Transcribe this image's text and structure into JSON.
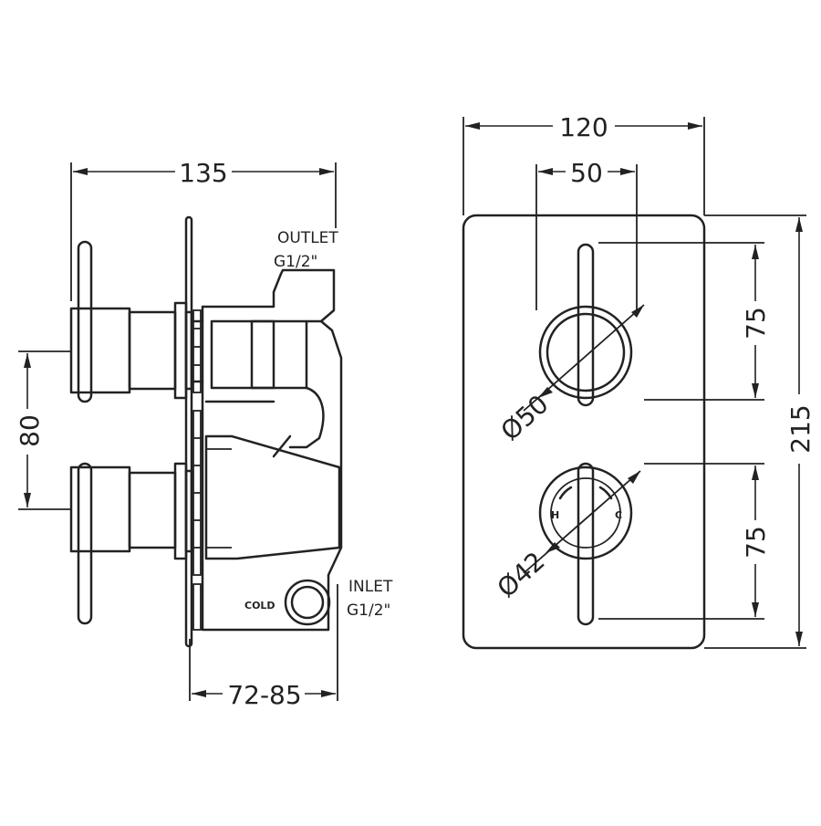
{
  "side_view": {
    "dim_overall_depth": "135",
    "dim_lever_spacing": "80",
    "dim_wall_depth": "72-85",
    "outlet_label": "OUTLET",
    "outlet_thread": "G1/2\"",
    "inlet_label": "INLET",
    "inlet_thread": "G1/2\"",
    "cold_label": "COLD"
  },
  "front_view": {
    "dim_plate_width": "120",
    "dim_handle_width": "50",
    "dim_upper_height": "75",
    "dim_lower_height": "75",
    "dim_plate_height": "215",
    "dia_upper": "Ø50",
    "dia_lower": "Ø42",
    "hot_mark": "H",
    "cold_mark": "C"
  }
}
